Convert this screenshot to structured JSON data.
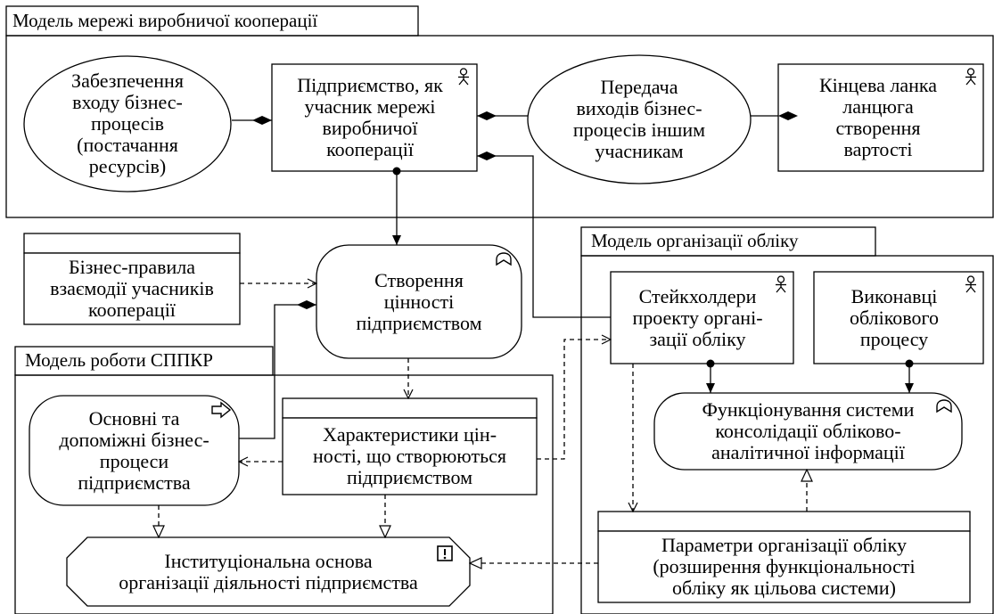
{
  "groups": {
    "network": "Модель мережі виробничої кооперації",
    "accounting": "Модель організації обліку",
    "dss": "Модель роботи СППКР"
  },
  "nodes": {
    "supply": "Забезпечення\nвходу бізнес-\nпроцесів\n(постачання\nресурсів)",
    "enterprise": "Підприємство, як\nучасник мережі\nвиробничої\nкооперації",
    "transfer": "Передача\nвиходів бізнес-\nпроцесів іншим\nучасникам",
    "final_link": "Кінцева ланка\nланцюга\nстворення\nвартості",
    "business_rules": "Бізнес-правила\nвзаємодії учасників\nкооперації",
    "value_creation": "Створення\nцінності\nпідприємством",
    "stakeholders": "Стейкхолдери\nпроекту органі-\nзації обліку",
    "performers": "Виконавці\nоблікового\nпроцесу",
    "processes": "Основні та\nдопоміжні бізнес-\nпроцеси\nпідприємства",
    "value_characteristics": "Характеристики цін-\nності, що створюються\nпідприємством",
    "system_function": "Функціонування системи\nконсолідації обліково-\nаналітичної інформації",
    "institutional_basis": "Інституціональна основа\nорганізації діяльності підприємства",
    "accounting_params": "Параметри організації обліку\n(розширення функціональності\nобліку як цільова системи)"
  },
  "icons": {
    "actor": "actor-icon",
    "value": "value-icon",
    "process": "process-arrow-icon",
    "constraint": "constraint-icon"
  }
}
